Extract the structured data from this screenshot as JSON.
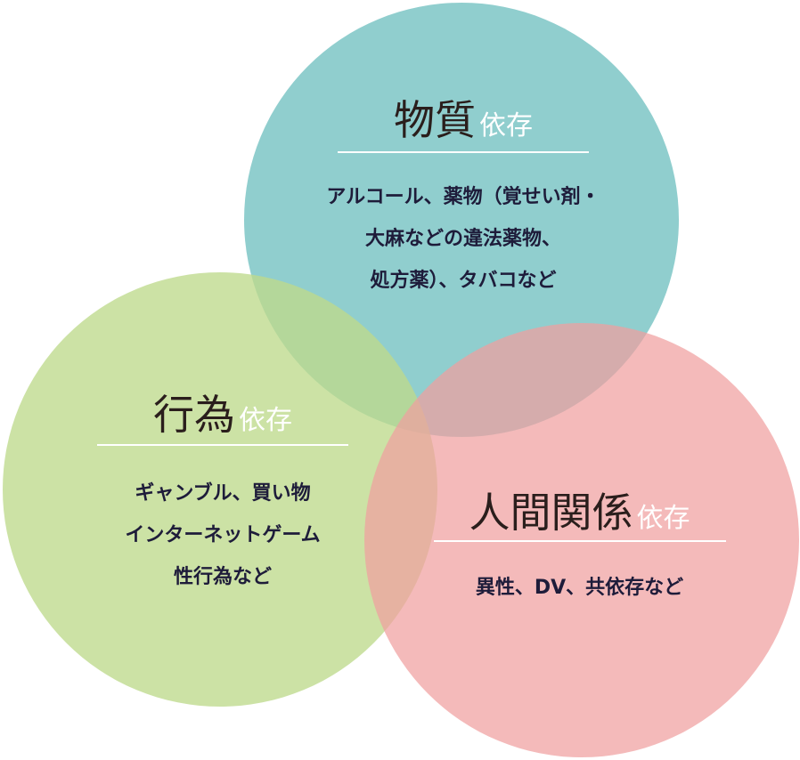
{
  "colors": {
    "substance_circle": "rgba(120, 195, 195, 0.82)",
    "behavior_circle": "rgba(190, 218, 140, 0.78)",
    "relationship_circle": "rgba(240, 160, 160, 0.72)",
    "title_text": "#2a1e1c",
    "subtitle_text": "#ffffff",
    "description_text": "#1e1c3a"
  },
  "substance": {
    "title": "物質",
    "suffix": "依存",
    "description": [
      "アルコール、薬物（覚せい剤・",
      "大麻などの違法薬物、",
      "処方薬）、タバコなど"
    ]
  },
  "behavior": {
    "title": "行為",
    "suffix": "依存",
    "description": [
      "ギャンブル、買い物",
      "インターネットゲーム",
      "性行為など"
    ]
  },
  "relationship": {
    "title": "人間関係",
    "suffix": "依存",
    "description": [
      "異性、DV、共依存など"
    ]
  }
}
